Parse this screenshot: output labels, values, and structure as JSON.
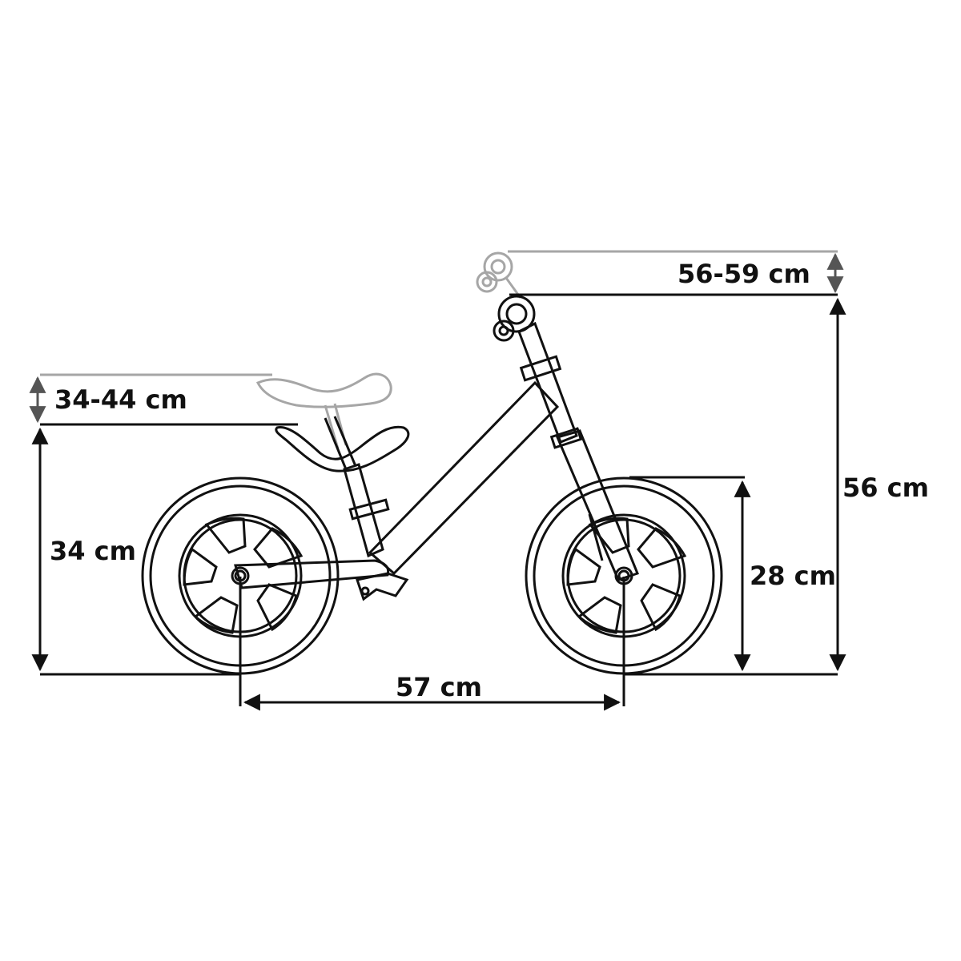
{
  "dimensions": {
    "seat_adjust": "34-44 cm",
    "seat_height": "34 cm",
    "handlebar_adjust": "56-59 cm",
    "handlebar_height": "56 cm",
    "wheel_height": "28 cm",
    "wheelbase": "57 cm"
  },
  "colors": {
    "line": "#111111",
    "ghost": "#a6a6a6",
    "background": "#ffffff"
  }
}
